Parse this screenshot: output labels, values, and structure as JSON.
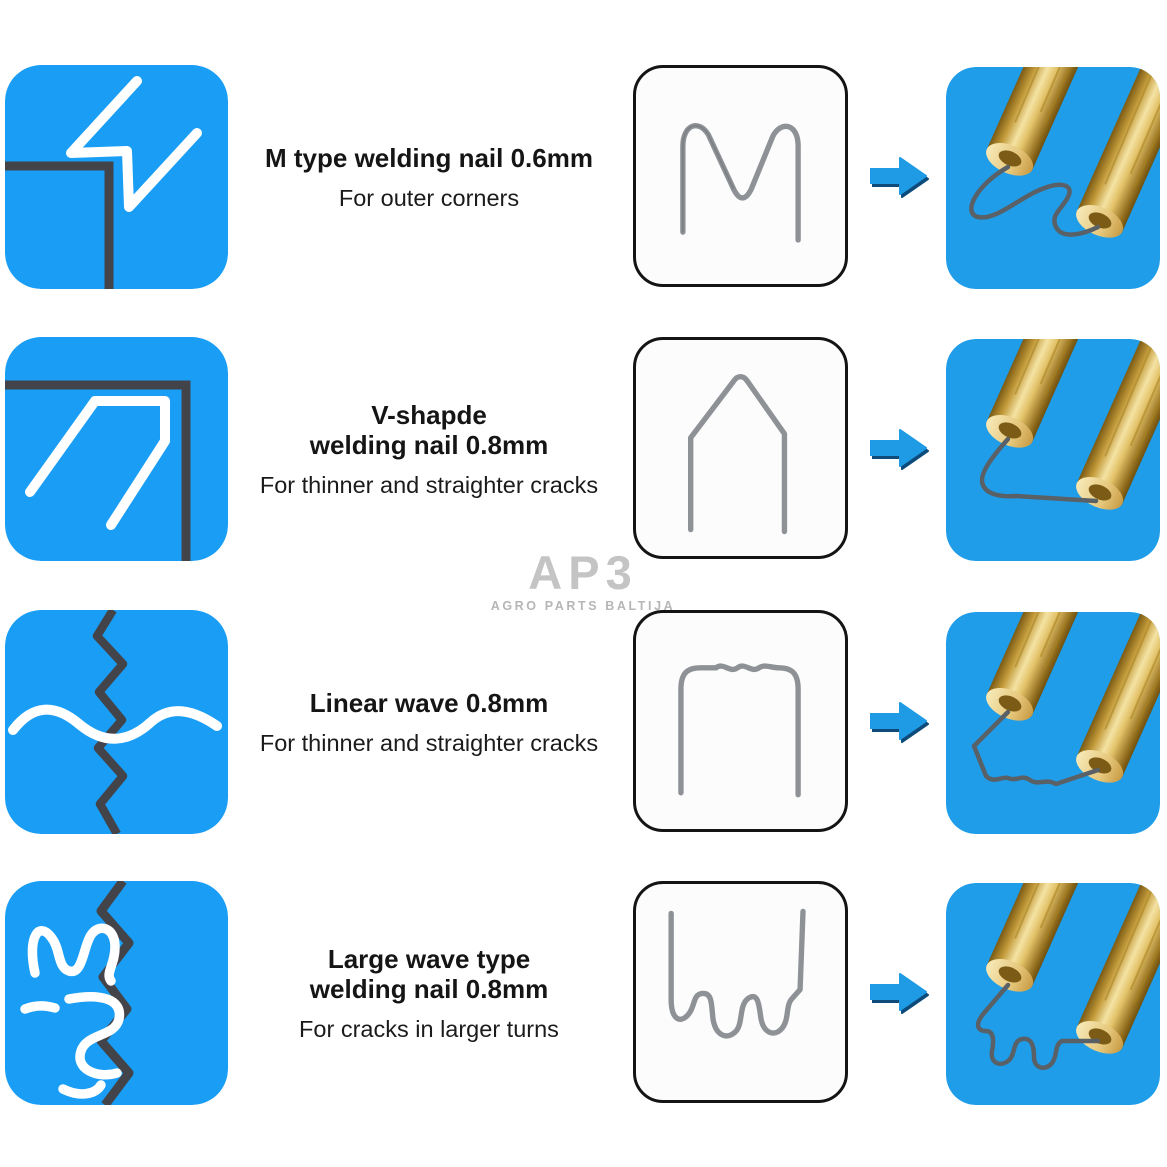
{
  "page": {
    "background": "#ffffff"
  },
  "watermark": {
    "logo": "AP3",
    "subtitle": "AGRO PARTS BALTIJA"
  },
  "colors": {
    "tile_blue": "#1A9EF5",
    "result_tile_blue": "#1F9DE9",
    "crack_dark": "#43444A",
    "crack_white": "#FFFFFF",
    "arrow_blue": "#1E9BE4",
    "arrow_edge": "#0E4B7A",
    "staple_wire_gray": "#8E9296",
    "electrode_brass": "#C9A84C",
    "text_black": "#151515",
    "watermark_gray": "#C4C4C4",
    "box_border_black": "#141414"
  },
  "icons": {
    "arrow": "right-arrow-icon"
  },
  "rows": [
    {
      "title": "M type welding nail 0.6mm",
      "description": "For outer corners",
      "crack_icon": "outer-corner-crack-icon",
      "staple_shape": "m-type-staple",
      "result_image": "m-staple-in-electrodes"
    },
    {
      "title": "V-shapde\nwelding nail 0.8mm",
      "description": "For thinner and straighter cracks",
      "crack_icon": "corner-slant-crack-icon",
      "staple_shape": "v-shape-staple",
      "result_image": "v-staple-in-electrodes"
    },
    {
      "title": "Linear wave 0.8mm",
      "description": "For thinner and straighter cracks",
      "crack_icon": "straight-crack-wave-icon",
      "staple_shape": "linear-wave-staple",
      "result_image": "linear-wave-staple-in-electrodes"
    },
    {
      "title": "Large wave type\nwelding nail 0.8mm",
      "description": "For cracks in larger turns",
      "crack_icon": "zigzag-crack-curves-icon",
      "staple_shape": "large-wave-staple",
      "result_image": "large-wave-staple-in-electrodes"
    }
  ]
}
